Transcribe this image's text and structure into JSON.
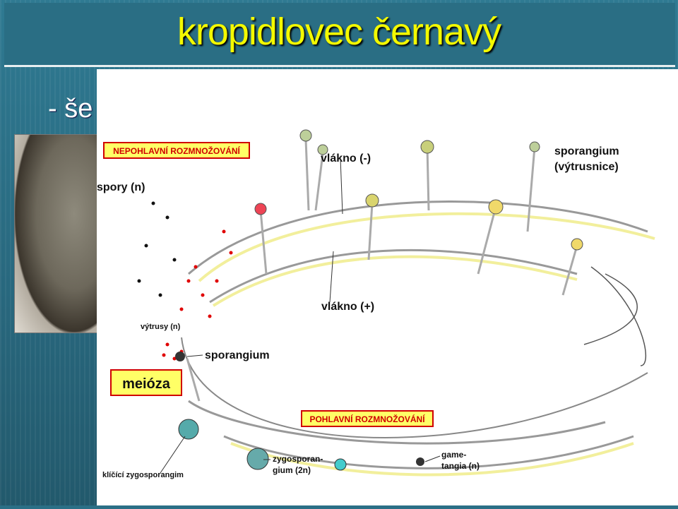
{
  "slide": {
    "title": "kropidlovec černavý",
    "subtitle_fragment": "- še"
  },
  "diagram": {
    "asexual_header": "NEPOHLAVNÍ ROZMNOŽOVÁNÍ",
    "sexual_header": "POHLAVNÍ ROZMNOŽOVÁNÍ",
    "spores": "spory (n)",
    "filament_minus": "vlákno (-)",
    "filament_plus": "vlákno (+)",
    "sporangium_top_1": "sporangium",
    "sporangium_top_2": "(výtrusnice)",
    "spores_small": "výtrusy (n)",
    "sporangium_mid": "sporangium",
    "meiosis": "meióza",
    "zygosporangium_1": "zygosporan-",
    "zygosporangium_2": "gium (2n)",
    "gametangia_1": "game-",
    "gametangia_2": "tangia (n)",
    "germinating": "klíčící zygosporangim"
  },
  "colors": {
    "background": "#2b6f86",
    "title": "#f3f900",
    "header_fill": "#ffff66",
    "header_border": "#d00000",
    "hypha": "#f2ef9c",
    "spore_red": "#e00000"
  }
}
